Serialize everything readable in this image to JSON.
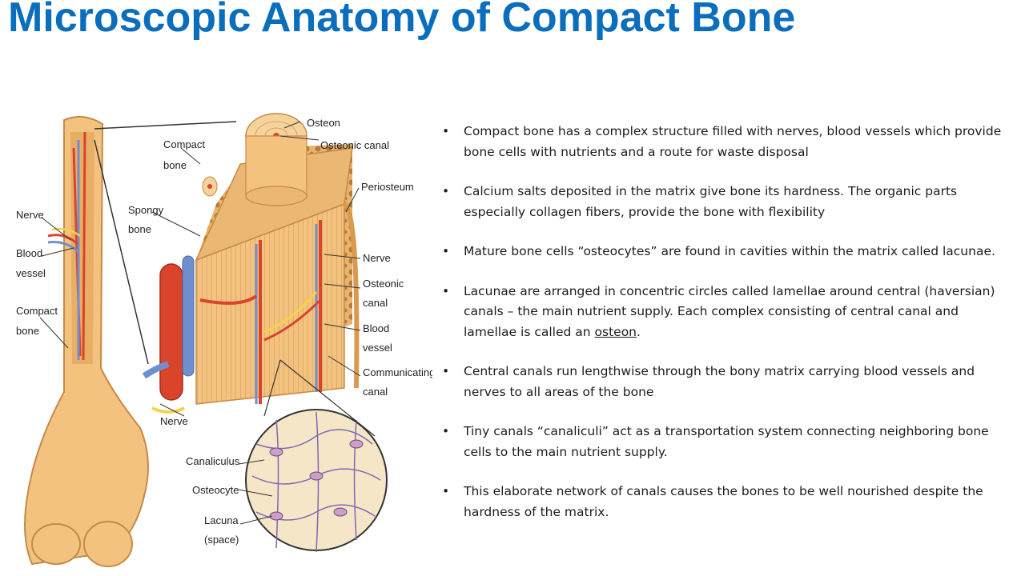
{
  "title": "Microscopic Anatomy of Compact Bone",
  "figure": {
    "labels": {
      "osteon": "Osteon",
      "osteonic_canal_top": "Osteonic canal",
      "compact_bone_top": [
        "Compact",
        "bone"
      ],
      "periosteum": "Periosteum",
      "spongy_bone": [
        "Spongy",
        "bone"
      ],
      "nerve_left": "Nerve",
      "blood_vessel_left": [
        "Blood",
        "vessel"
      ],
      "compact_bone_left": [
        "Compact",
        "bone"
      ],
      "nerve_right": "Nerve",
      "osteonic_canal_right": [
        "Osteonic",
        "canal"
      ],
      "blood_vessel_right": [
        "Blood",
        "vessel"
      ],
      "communicating_canal": [
        "Communicating",
        "canal"
      ],
      "nerve_bottom": "Nerve",
      "canaliculus": "Canaliculus",
      "osteocyte": "Osteocyte",
      "lacuna": [
        "Lacuna",
        "(space)"
      ]
    }
  },
  "bullets": [
    {
      "text": "Compact bone has a complex structure filled with nerves, blood vessels which provide bone cells with nutrients and a route for waste disposal"
    },
    {
      "text": "Calcium salts deposited in the matrix give bone its hardness. The organic parts especially collagen fibers, provide the bone with flexibility"
    },
    {
      "text": "Mature bone cells “osteocytes” are found in cavities within the matrix called lacunae."
    },
    {
      "text": "Lacunae are arranged in concentric circles called lamellae around central (haversian) canals – the main nutrient supply. Each complex consisting of central canal and lamellae is called an ",
      "underlined": "osteon",
      "after": "."
    },
    {
      "text": "Central canals run lengthwise through the bony matrix carrying blood vessels and nerves to all areas of the bone"
    },
    {
      "text": "Tiny canals “canaliculi” act as a transportation system connecting neighboring bone cells to the main nutrient supply."
    },
    {
      "text": "This elaborate network of canals causes the bones to be well nourished despite the hardness of the matrix."
    }
  ],
  "colors": {
    "title": "#0a6ebd",
    "bone": "#f2c27e",
    "bone_dark": "#d99a4e",
    "vessel_red": "#d9442b",
    "vessel_blue": "#6f8fcf",
    "nerve_yellow": "#f3d34a"
  }
}
